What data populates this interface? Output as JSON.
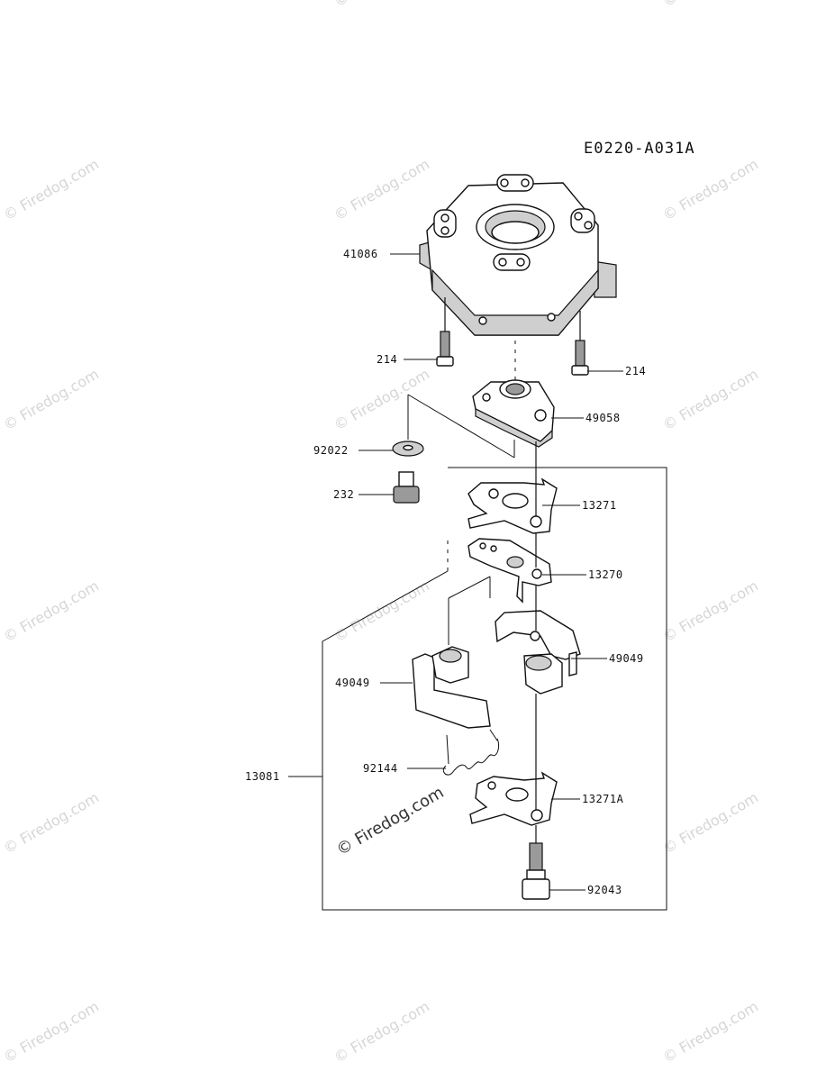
{
  "diagram_code": "E0220-A031A",
  "part_labels": {
    "p41086": "41086",
    "p214_left": "214",
    "p214_right": "214",
    "p49058": "49058",
    "p92022": "92022",
    "p232": "232",
    "p13271": "13271",
    "p13270": "13270",
    "p49049_right": "49049",
    "p49049_left": "49049",
    "p92144": "92144",
    "p13081": "13081",
    "p13271A": "13271A",
    "p92043": "92043"
  },
  "watermark": {
    "text": "© Firedog.com",
    "main_text": "© Firedog.com"
  }
}
